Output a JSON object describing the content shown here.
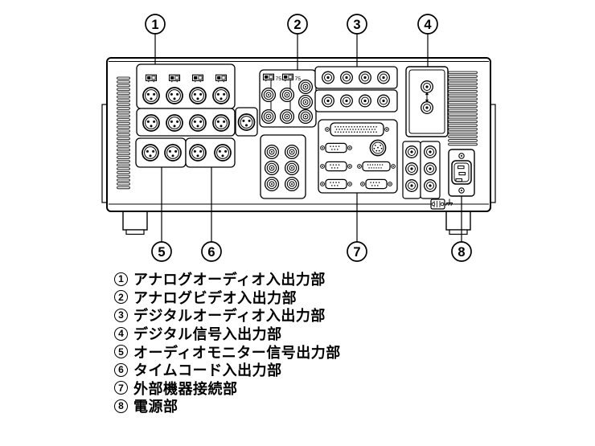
{
  "callouts": {
    "top": [
      "1",
      "2",
      "3",
      "4"
    ],
    "bottom": [
      "5",
      "6",
      "7",
      "8"
    ]
  },
  "panel": {
    "impedance_labels": [
      "75",
      "75"
    ]
  },
  "legend": {
    "items": [
      {
        "num": "1",
        "label": "アナログオーディオ入出力部"
      },
      {
        "num": "2",
        "label": "アナログビデオ入出力部"
      },
      {
        "num": "3",
        "label": "デジタルオーディオ入出力部"
      },
      {
        "num": "4",
        "label": "デジタル信号入出力部"
      },
      {
        "num": "5",
        "label": "オーディオモニター信号出力部"
      },
      {
        "num": "6",
        "label": "タイムコード入出力部"
      },
      {
        "num": "7",
        "label": "外部機器接続部"
      },
      {
        "num": "8",
        "label": "電源部"
      }
    ]
  },
  "colors": {
    "line": "#000000",
    "background": "#ffffff"
  }
}
